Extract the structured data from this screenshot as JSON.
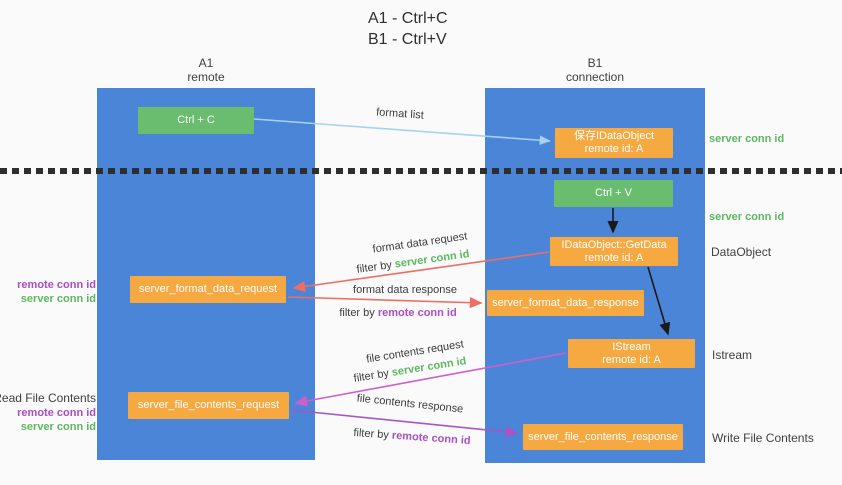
{
  "title": {
    "line1": "A1 - Ctrl+C",
    "line2": "B1 - Ctrl+V"
  },
  "columns": {
    "left": {
      "name": "A1",
      "role": "remote"
    },
    "right": {
      "name": "B1",
      "role": "connection"
    }
  },
  "nodes": {
    "ctrl_c": {
      "label": "Ctrl + C"
    },
    "save_idataobject": {
      "line1": "保存IDataObject",
      "line2": "remote id: A"
    },
    "ctrl_v": {
      "label": "Ctrl + V"
    },
    "idataobject_getdata": {
      "line1": "IDataObject::GetData",
      "line2": "remote id: A"
    },
    "server_format_data_request": {
      "label": "server_format_data_request"
    },
    "server_format_data_response": {
      "label": "server_format_data_response"
    },
    "istream": {
      "line1": "IStream",
      "line2": "remote id: A"
    },
    "server_file_contents_request": {
      "label": "server_file_contents_request"
    },
    "server_file_contents_response": {
      "label": "server_file_contents_response"
    }
  },
  "annotations": {
    "right": {
      "server_conn_id_top": "server conn id",
      "server_conn_id_mid": "server conn id",
      "dataobject": "DataObject",
      "istream": "Istream",
      "write_file_contents": "Write File Contents"
    },
    "left": {
      "remote_conn_id_1": "remote conn id",
      "server_conn_id_1": "server conn id",
      "read_file_contents": "Read File Contents",
      "remote_conn_id_2": "remote conn id",
      "server_conn_id_2": "server conn id"
    }
  },
  "arrow_labels": {
    "format_list": "format list",
    "format_data_request": "format data request",
    "format_data_response": "format data response",
    "file_contents_request": "file contents request",
    "file_contents_response": "file contents response",
    "filter_by": "filter by",
    "server_conn_id": "server conn id",
    "remote_conn_id": "remote conn id"
  },
  "colors": {
    "column_blue": "#4a85d8",
    "box_green": "#6abd6e",
    "box_orange": "#f7a941",
    "text_green": "#5cb860",
    "text_purple": "#a84fc4",
    "arrow_light_blue": "#a8d2ee",
    "arrow_red": "#ee6e63",
    "arrow_magenta": "#cf5fc8",
    "arrow_purple": "#a855c5",
    "arrow_black": "#1a1a1a"
  }
}
